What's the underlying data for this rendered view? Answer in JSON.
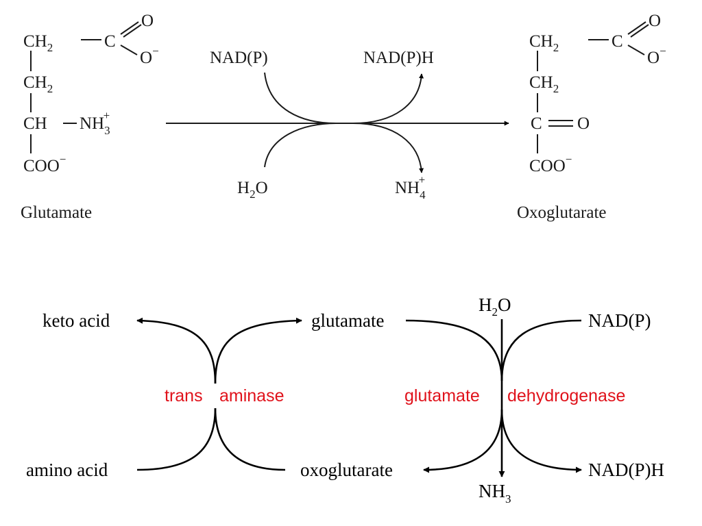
{
  "reaction": {
    "substrate": {
      "name": "Glutamate",
      "rows": {
        "r1": "CH",
        "r2": "CH",
        "r3": "CH",
        "r3b": "NH",
        "r4": "COO"
      },
      "sub2": "2",
      "sub3": "3",
      "charge_plus": "+",
      "charge_minus": "−",
      "carboxyl_c": "C",
      "carboxyl_o1": "O",
      "carboxyl_o2": "O"
    },
    "product": {
      "name": "Oxoglutarate",
      "rows": {
        "r1": "CH",
        "r2": "CH",
        "r3": "C",
        "r3b": "O",
        "r4": "COO"
      },
      "sub2": "2",
      "charge_minus": "−",
      "carboxyl_c": "C",
      "carboxyl_o1": "O",
      "carboxyl_o2": "O"
    },
    "cofactor_in": "NAD(P)",
    "cofactor_out": "NAD(P)H",
    "water_base": "H",
    "water_sub": "2",
    "water_tail": "O",
    "ammonium_base": "NH",
    "ammonium_sub": "4",
    "ammonium_sup": "+"
  },
  "cycle": {
    "keto_acid": "keto acid",
    "amino_acid": "amino acid",
    "glutamate": "glutamate",
    "oxoglutarate": "oxoglutarate",
    "nadp": "NAD(P)",
    "nadph": "NAD(P)H",
    "h2o_base": "H",
    "h2o_sub": "2",
    "h2o_tail": "O",
    "nh3_base": "NH",
    "nh3_sub": "3",
    "enzyme_left_a": "trans",
    "enzyme_left_b": "aminase",
    "enzyme_right_a": "glutamate",
    "enzyme_right_b": "dehydrogenase"
  },
  "colors": {
    "enzyme": "#e0121b",
    "ink": "#000000"
  }
}
